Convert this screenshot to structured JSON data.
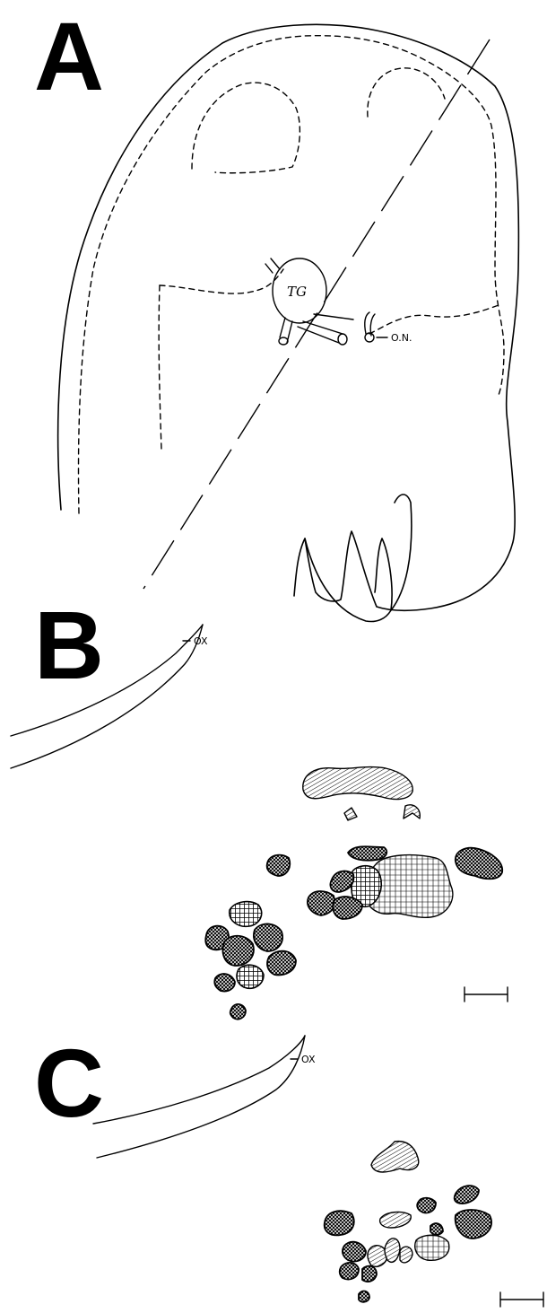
{
  "panels": {
    "a": {
      "letter": "A",
      "tg_label": "TG",
      "on_label": "O.N."
    },
    "b": {
      "letter": "B",
      "ox_label": "OX"
    },
    "c": {
      "letter": "C",
      "ox_label": "OX"
    }
  }
}
